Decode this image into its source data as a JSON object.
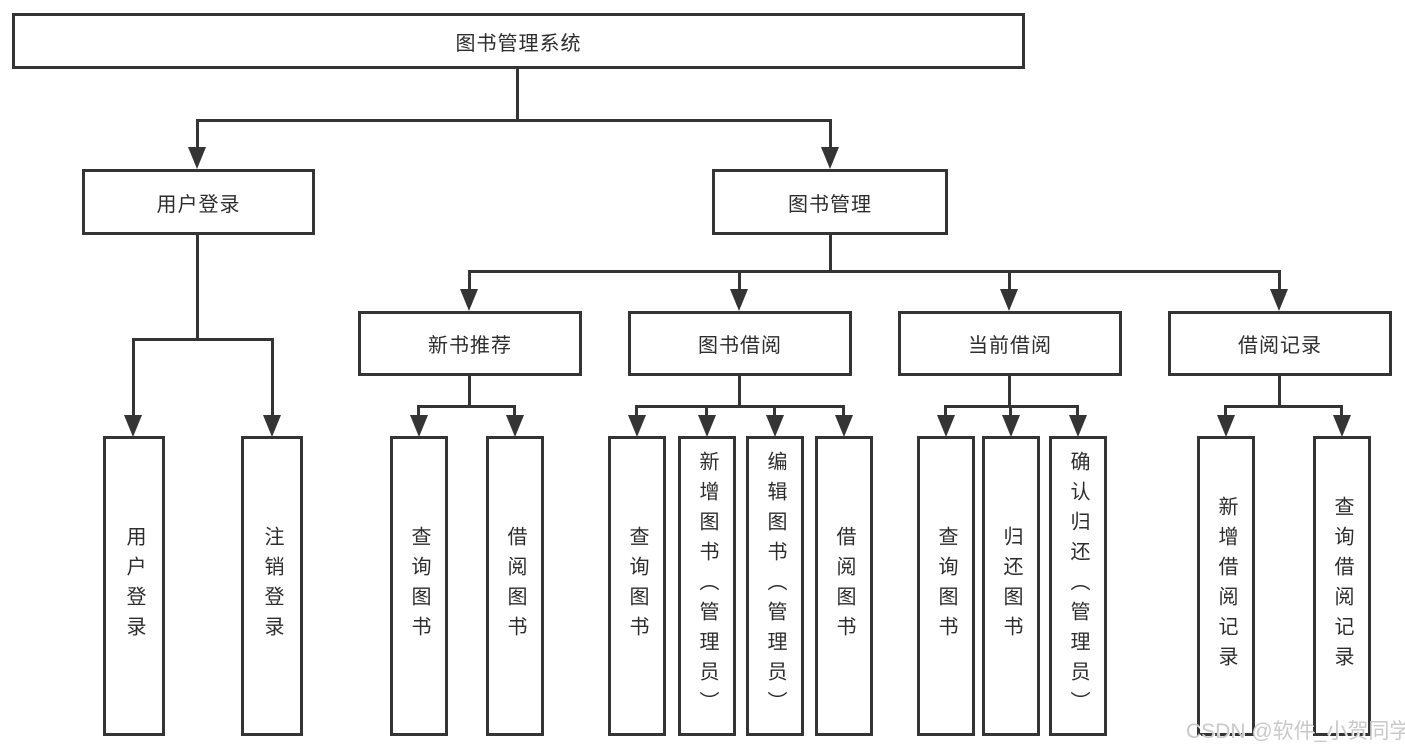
{
  "tree": {
    "root": {
      "label": "图书管理系统"
    },
    "branches": [
      {
        "label": "用户登录",
        "children": [
          {
            "label": "用户登录"
          },
          {
            "label": "注销登录"
          }
        ]
      },
      {
        "label": "图书管理",
        "children": [
          {
            "label": "新书推荐",
            "children": [
              "查询图书",
              "借阅图书"
            ]
          },
          {
            "label": "图书借阅",
            "children": [
              "查询图书",
              "新增图书（管理员）",
              "编辑图书（管理员）",
              "借阅图书"
            ]
          },
          {
            "label": "当前借阅",
            "children": [
              "查询图书",
              "归还图书",
              "确认归还（管理员）"
            ]
          },
          {
            "label": "借阅记录",
            "children": [
              "新增借阅记录",
              "查询借阅记录"
            ]
          }
        ]
      }
    ]
  },
  "watermark": "CSDN @软件_小贺同学",
  "colors": {
    "line": "#343434",
    "text": "#2d2d2d",
    "watermark": "#c9c9c9",
    "background": "#ffffff"
  }
}
